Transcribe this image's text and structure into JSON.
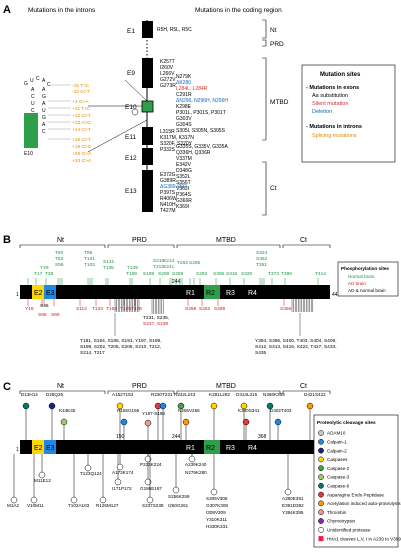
{
  "panelA": {
    "letter": "A",
    "hdr_introns": "Mutations in the introns",
    "hdr_coding": "Mutations in the coding region",
    "exons": [
      "E1",
      "E9",
      "E10",
      "E11",
      "E12",
      "E13"
    ],
    "e1_mut": "R5H, R5L, R5C",
    "e9_left": [
      "K257T",
      "I260V",
      "L266V",
      "G272V",
      "G273R"
    ],
    "e9_right": [
      "N279K",
      "ΔK280",
      "L284L, L284R"
    ],
    "e10_right": [
      {
        "t": "C291R",
        "c": "#000"
      },
      {
        "t": "ΔN296, N296H, N296H",
        "c": "#1565c0"
      },
      {
        "t": "K298E",
        "c": "#000"
      },
      {
        "t": "P301L, P301S, P301T",
        "c": "#000"
      },
      {
        "t": "G303V",
        "c": "#000"
      },
      {
        "t": "G304S",
        "c": "#000"
      },
      {
        "t": "S305I, S305N, S305S",
        "c": "#000"
      }
    ],
    "e11_right": [
      "L315R",
      "K317M, K317N",
      "S320F, S320Y",
      "P332S"
    ],
    "e12_right": [
      "G335S, G335V, G335A",
      "Q336H, Q336R",
      "V337M",
      "E342V",
      "D348G",
      "S352L",
      "S356T",
      "V363I"
    ],
    "e13_left": [
      "E372G",
      "G389R",
      "ΔG389-I392",
      "P397S",
      "R406W",
      "N410H",
      "T427M"
    ],
    "e13_right": [
      "P364S",
      "G366R",
      "K369I"
    ],
    "intron_muts": [
      "+3 G>A",
      "+11 T>C",
      "+12 C>T",
      "+13 A>G",
      "+14 C>T",
      "+16 C>T",
      "+19 C>G",
      "+29 G>A",
      "+33 G>A",
      "-15 T>C",
      "-10 G>T"
    ],
    "stem_nts": [
      "G",
      "U",
      "C",
      "A",
      "C",
      "A",
      "C",
      "U",
      "C",
      "A",
      "G",
      "A",
      "U",
      "G",
      "A",
      "C"
    ],
    "stem_label": "E10",
    "domains": [
      "Nt",
      "PRD",
      "MTBD",
      "Ct"
    ],
    "legend": {
      "title": "Mutation sites",
      "b1": "- Mutations in exons",
      "aa": "Aa substitution",
      "silent": "Silent mutation",
      "del": "Deletion",
      "b2": "- Mutations in introns",
      "splice": "Splicing mutations"
    }
  },
  "panelB": {
    "letter": "B",
    "domains": [
      "Nt",
      "PRD",
      "MTBD",
      "Ct"
    ],
    "regions": [
      "E2",
      "E3",
      "R1",
      "R2",
      "R3",
      "R4"
    ],
    "nums": [
      "1",
      "244",
      "441"
    ],
    "green_top": [
      "T50",
      "T52",
      "S56",
      "Y29",
      "T17",
      "T39",
      "T95",
      "T101",
      "T102",
      "S131",
      "T135",
      "T149",
      "T169",
      "S199",
      "S208",
      "S210",
      "T212",
      "S214",
      "S241",
      "S258",
      "T263",
      "S285",
      "S293",
      "S305",
      "S316",
      "S320",
      "S324",
      "S352",
      "T361",
      "T373",
      "T386",
      "T414"
    ],
    "red_bottom": [
      "Y18",
      "S46",
      "S68",
      "S69",
      "S113",
      "T123",
      "T153",
      "T175",
      "T176",
      "S258",
      "S262",
      "S289",
      "S356"
    ],
    "mid_list1": [
      "T231, S235,",
      "S237, S238"
    ],
    "list_left": [
      "T181, S184, S185, S191, Y197, S198,",
      "S199, S202, T205, S208, S210, T212,",
      "S214, T217"
    ],
    "list_right": [
      "Y394, S396, S400, T403, S404, S409,",
      "S412, S413, S416, S422, T427, S433,",
      "S435"
    ],
    "legend": {
      "title": "Phosphorylation sites",
      "l1": "Normal brain",
      "l2": "AD brain",
      "l3": "AD & normal brain"
    }
  },
  "panelC": {
    "letter": "C",
    "domains": [
      "Nt",
      "PRD",
      "MTBD",
      "Ct"
    ],
    "regions": [
      "E2",
      "E3",
      "R1",
      "R2",
      "R3",
      "R4"
    ],
    "nums": [
      "1",
      "150",
      "244",
      "368",
      "441"
    ],
    "top_labels": [
      "D13H14",
      "D25Q26",
      "K44E45",
      "A152T153",
      "R155G156",
      "Y197-S198",
      "R230T231",
      "R242L243",
      "N255V256",
      "K281L282",
      "D314L315",
      "K340S341",
      "N368K369",
      "D402T403",
      "D421S422"
    ],
    "bottom_labels": [
      "M11E12",
      "M1A2",
      "V10M11",
      "T102A103",
      "R126M127",
      "T123Q124",
      "I171P172",
      "A173K174",
      "G186E187",
      "P223K224",
      "S237S238",
      "S256K259",
      "I260G261",
      "A239K240",
      "N279K280",
      "S305V306",
      "G307K308",
      "I308V309",
      "Y310K311",
      "H330K331",
      "A390E391",
      "E391D392",
      "Y394K395"
    ],
    "legend": {
      "title": "Proteolytic cleavage sites",
      "items": [
        {
          "label": "ADAM10",
          "color": "#c8c8c8"
        },
        {
          "label": "Calpain-1",
          "color": "#1e88e5"
        },
        {
          "label": "Calpain-2",
          "color": "#1a237e"
        },
        {
          "label": "Caspases",
          "color": "#ffd600"
        },
        {
          "label": "Caspase-2",
          "color": "#43a047"
        },
        {
          "label": "Caspase-3",
          "color": "#9ccc65"
        },
        {
          "label": "Caspase-6",
          "color": "#00796b"
        },
        {
          "label": "Asparagine Endo Peptidase",
          "color": "#e53935"
        },
        {
          "label": "Acetylation induced auto-proteolysis",
          "color": "#ff9800"
        },
        {
          "label": "Thrombin",
          "color": "#ef9a9a"
        },
        {
          "label": "Chymotrypsin",
          "color": "#8e24aa"
        },
        {
          "label": "Unidentified protease",
          "color": "#ffffff"
        },
        {
          "label": "HtrA1 cleaves L,V, I in A239 to V399",
          "color": "#ff1744"
        }
      ]
    }
  }
}
